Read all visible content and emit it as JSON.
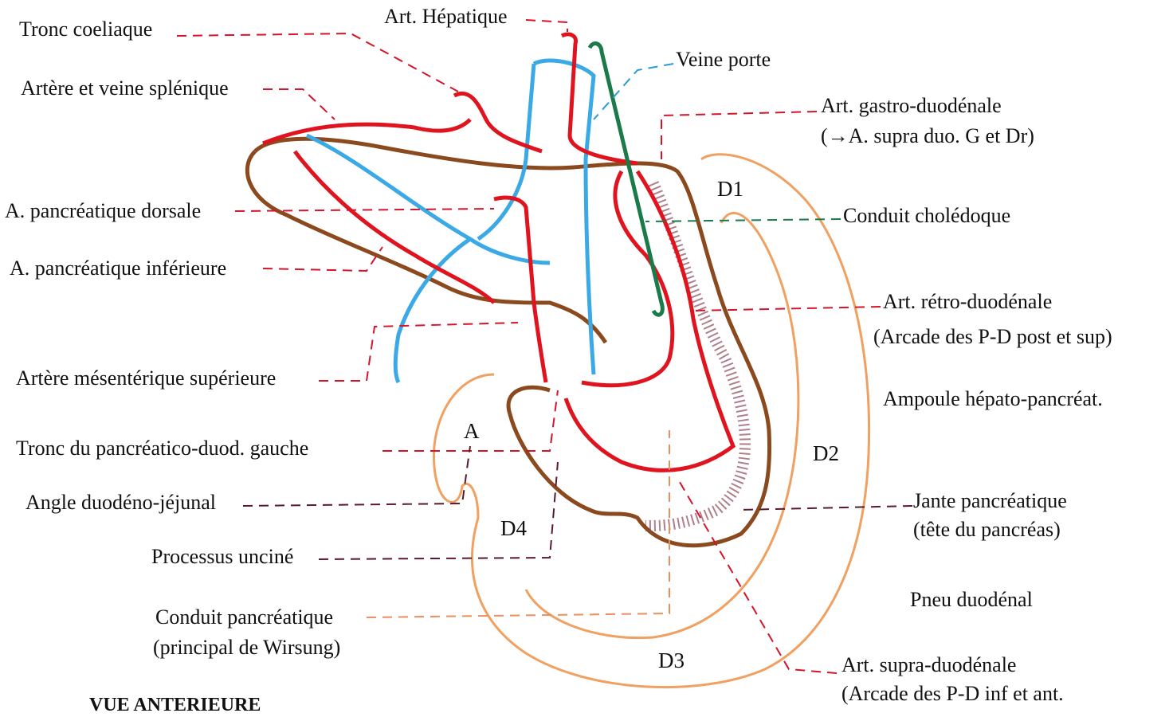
{
  "labels": {
    "tronc_coeliaque": "Tronc coeliaque",
    "art_hepatique": "Art. Hépatique",
    "veine_porte": "Veine porte",
    "artere_veine_splenique": "Artère et veine splénique",
    "art_gastro_duodenale": "Art. gastro-duodénale",
    "art_gastro_duodenale_note": "(→A. supra duo. G et Dr)",
    "a_pancreatique_dorsale": "A. pancréatique dorsale",
    "conduit_choledoque": "Conduit cholédoque",
    "a_pancreatique_inferieure": "A. pancréatique inférieure",
    "art_retro_duodenale": "Art. rétro-duodénale",
    "art_retro_duodenale_note": "(Arcade des P-D post et sup)",
    "artere_mesenterique_sup": "Artère mésentérique supérieure",
    "ampoule": "Ampoule hépato-pancréat.",
    "tronc_pancreatico_duod": "Tronc du pancréatico-duod. gauche",
    "angle_duodeno_jejunal": "Angle duodéno-jéjunal",
    "jante_pancreatique": "Jante pancréatique",
    "jante_pancreatique_note": "(tête du pancréas)",
    "processus_uncine": "Processus unciné",
    "pneu_duodenal": "Pneu duodénal",
    "conduit_pancreatique": "Conduit pancréatique",
    "conduit_pancreatique_note": "(principal de Wirsung)",
    "art_supra_duodenale": "Art. supra-duodénale",
    "art_supra_duodenale_note": "(Arcade des P-D inf et ant.",
    "footer": "VUE ANTERIEURE"
  },
  "segments": {
    "d1": "D1",
    "d2": "D2",
    "d3": "D3",
    "d4": "D4",
    "a": "A"
  },
  "colors": {
    "artery": "#e0141e",
    "vein": "#3aa9e6",
    "duct": "#1a7a4a",
    "pancreas": "#8a4a1e",
    "duodenum": "#f0a060",
    "leader_red": "#d4142a",
    "leader_blue": "#2a9ad8",
    "leader_green": "#1a7a4a",
    "leader_orange": "#e89060",
    "leader_dark": "#5a1a2a"
  }
}
